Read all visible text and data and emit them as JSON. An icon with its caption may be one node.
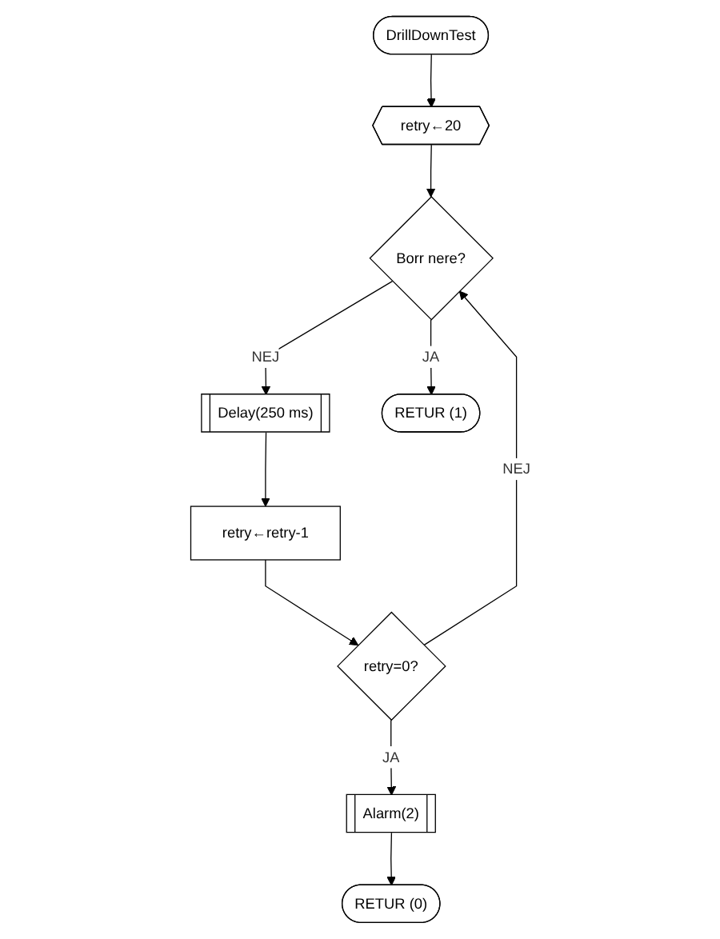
{
  "diagram": {
    "nodes": [
      {
        "text": [
          "DrillDownTest"
        ]
      },
      {
        "text": [
          "retry←20"
        ]
      },
      {
        "text": [
          "Borr nere?"
        ]
      },
      {
        "text": [
          "Delay(250 ms)"
        ]
      },
      {
        "text": [
          "retry←retry-1"
        ]
      },
      {
        "text": [
          "retry=0?"
        ]
      },
      {
        "text": [
          "Alarm(2)"
        ]
      },
      {
        "text": [
          "RETUR (0)"
        ]
      },
      {
        "text": [
          "RETUR (1)"
        ]
      }
    ],
    "edges": [
      {
        "from": 0,
        "to": 1,
        "arrow": "to"
      },
      {
        "from": 1,
        "to": 2,
        "arrow": "to"
      },
      {
        "from": 2,
        "to": 8,
        "arrow": "to",
        "label": "JA"
      },
      {
        "from": 2,
        "to": 3,
        "arrow": "to",
        "label": "NEJ"
      },
      {
        "from": 3,
        "to": 4,
        "arrow": "to"
      },
      {
        "from": 4,
        "to": 5,
        "arrow": "to"
      },
      {
        "from": 5,
        "to": 2,
        "arrow": "to",
        "label": "NEJ"
      },
      {
        "from": 5,
        "to": 6,
        "arrow": "to",
        "label": "JA"
      },
      {
        "from": 6,
        "to": 7,
        "arrow": "to"
      }
    ]
  }
}
